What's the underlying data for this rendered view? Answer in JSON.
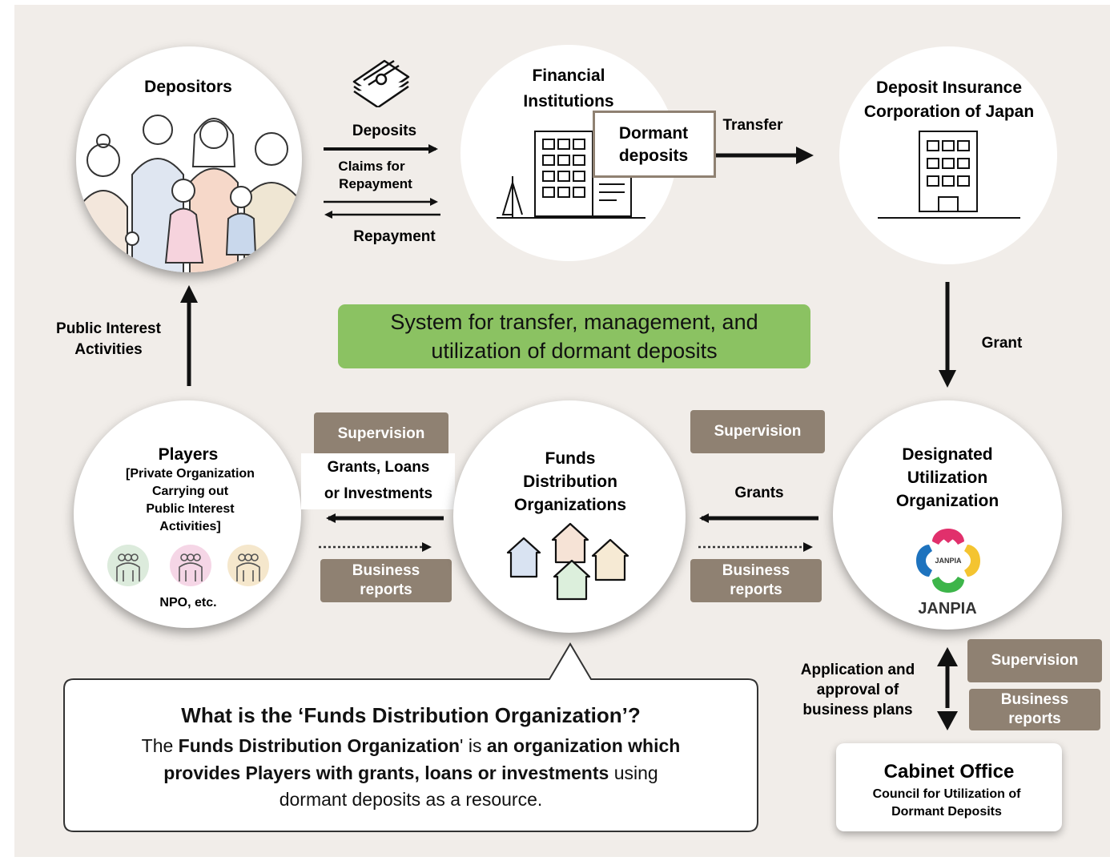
{
  "nodes": {
    "depositors": "Depositors",
    "financial": [
      "Financial",
      "Institutions"
    ],
    "dormant_box": [
      "Dormant",
      "deposits"
    ],
    "dic": [
      "Deposit Insurance",
      "Corporation of Japan"
    ],
    "players": {
      "title": "Players",
      "subtitle": [
        "[Private Organization",
        "Carrying out",
        "Public Interest",
        "Activities]"
      ],
      "caption": "NPO, etc."
    },
    "fdo": [
      "Funds",
      "Distribution",
      "Organizations"
    ],
    "duo": {
      "title": [
        "Designated",
        "Utilization",
        "Organization"
      ],
      "logo_text": "JANPIA",
      "logo_inner": "JANPIA"
    },
    "cabinet": {
      "title": "Cabinet Office",
      "subtitle": [
        "Council for Utilization of",
        "Dormant Deposits"
      ]
    }
  },
  "edge_labels": {
    "deposits": "Deposits",
    "claims": [
      "Claims for",
      "Repayment"
    ],
    "repayment": "Repayment",
    "transfer": "Transfer",
    "grant": "Grant",
    "public_interest": [
      "Public Interest",
      "Activities"
    ],
    "grants_loans": [
      "Grants, Loans",
      "or Investments"
    ],
    "grants": "Grants",
    "application": [
      "Application and",
      "approval of",
      "business plans"
    ]
  },
  "tags": {
    "supervision_left": "Supervision",
    "business_left": [
      "Business",
      "reports"
    ],
    "supervision_mid": "Supervision",
    "business_mid": [
      "Business",
      "reports"
    ],
    "supervision_right": "Supervision",
    "business_right": [
      "Business",
      "reports"
    ]
  },
  "banner": [
    "System for transfer, management, and",
    "utilization of dormant deposits"
  ],
  "callout": {
    "title": "What is the ‘Funds Distribution Organization’?",
    "line1_a": "The ",
    "line1_b": "Funds Distribution Organization",
    "line1_c": "' is ",
    "line1_d": "an organization which",
    "line2_a": "provides Players with grants, loans or investments",
    "line2_b": " using",
    "line3": "dormant deposits as a resource."
  },
  "colors": {
    "background": "#f1ede9",
    "banner": "#8bc262",
    "tag": "#8f8172",
    "janpia_red": "#e1306c",
    "janpia_yellow": "#f4c430",
    "janpia_green": "#3db54a",
    "janpia_blue": "#1e73be"
  },
  "icons": [
    "people-group-icon",
    "money-stack-icon",
    "building-icon",
    "tree-icon",
    "house-icon",
    "janpia-logo-icon",
    "people-icon"
  ]
}
